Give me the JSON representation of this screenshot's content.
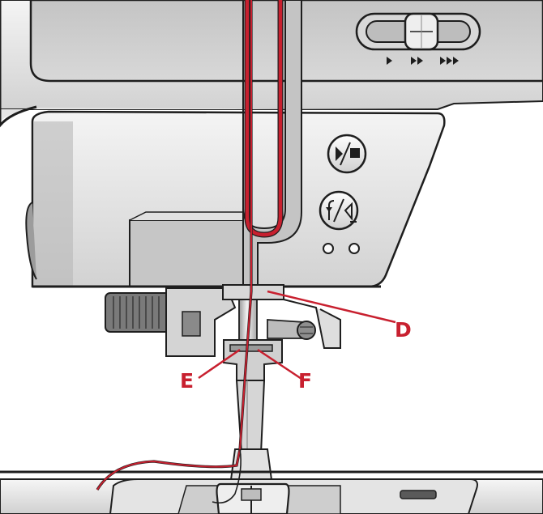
{
  "labels": {
    "d": "D",
    "e": "E",
    "f": "F"
  },
  "colors": {
    "callout": "#c8202f",
    "thread": "#c8202f",
    "outline": "#1e1e1e",
    "body_light": "#f2f2f2",
    "body_mid": "#d6d6d6",
    "body_dark": "#b4b4b4",
    "panel": "#cfcfcf"
  },
  "icons": {
    "speed_slider": "speed-slider-icon",
    "start_stop": "start-stop-icon",
    "reverse": "reverse-stitch-icon"
  }
}
